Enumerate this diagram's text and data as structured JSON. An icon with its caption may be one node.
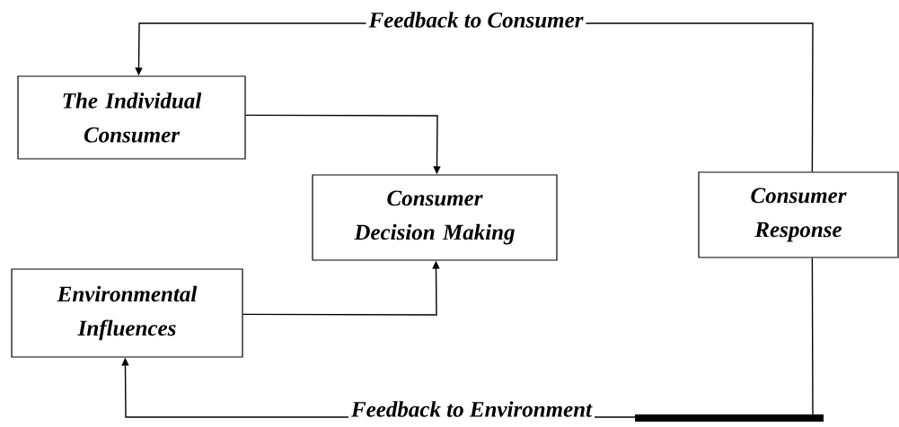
{
  "diagram": {
    "nodes": [
      {
        "text": [
          "The Individual Consumer"
        ]
      },
      {
        "text": [
          "Consumer Decision Making"
        ]
      },
      {
        "text": [
          "Consumer Response"
        ]
      },
      {
        "text": [
          "Environmental Influences"
        ]
      }
    ],
    "edges": [
      {
        "from": 2,
        "to": 0,
        "arrow": "to",
        "label": "Feedback to Consumer"
      },
      {
        "from": 0,
        "to": 1,
        "arrow": "to"
      },
      {
        "from": 3,
        "to": 1,
        "arrow": "to"
      },
      {
        "from": 2,
        "to": 3,
        "arrow": "to",
        "label": "Feedback to Environment"
      }
    ]
  }
}
